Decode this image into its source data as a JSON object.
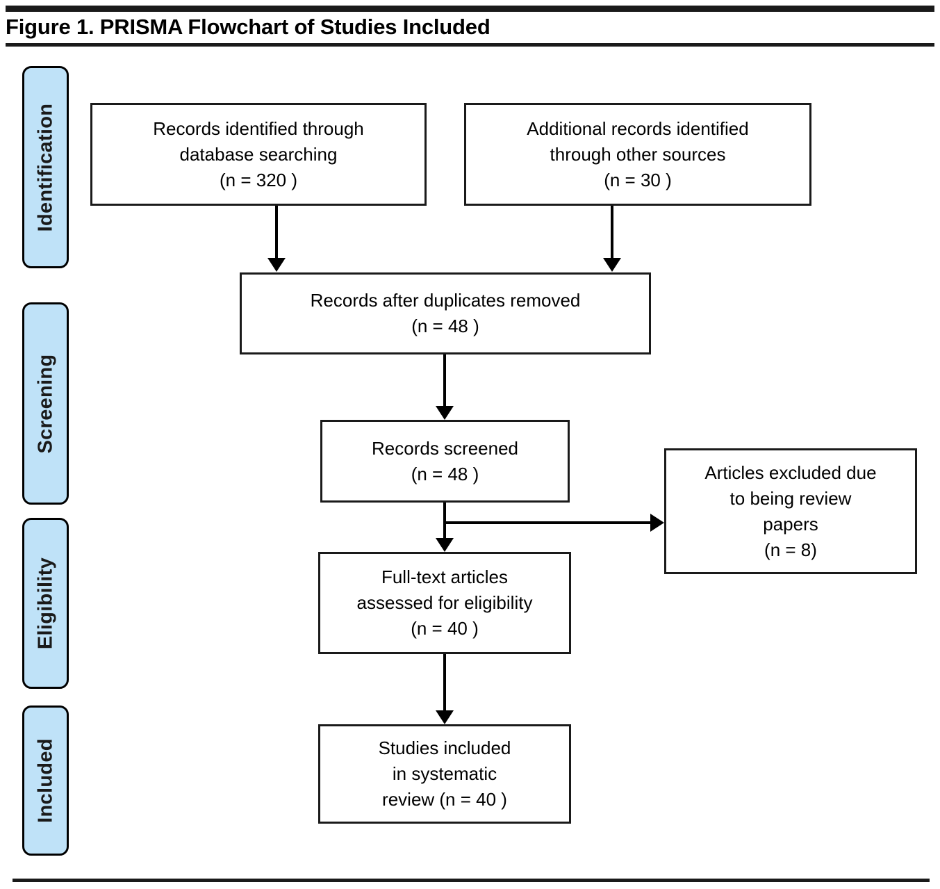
{
  "figure": {
    "title": "Figure 1. PRISMA Flowchart of Studies Included"
  },
  "colors": {
    "stage_tab_fill": "#bfe2f8",
    "line": "#000000",
    "box_border": "#1a1a1a",
    "box_fill": "#ffffff"
  },
  "stages": [
    {
      "label": "Identification"
    },
    {
      "label": "Screening"
    },
    {
      "label": "Eligibility"
    },
    {
      "label": "Included"
    }
  ],
  "chart_data": {
    "type": "diagram",
    "title": "Figure 1. PRISMA Flowchart of Studies Included",
    "nodes": [
      {
        "id": "db-search",
        "stage": "Identification",
        "text": "Records identified through\ndatabase searching\n(n = 320 )",
        "n": 320
      },
      {
        "id": "other-sources",
        "stage": "Identification",
        "text": "Additional records identified\nthrough other sources\n(n = 30 )",
        "n": 30
      },
      {
        "id": "duplicates-removed",
        "stage": "Screening",
        "text": "Records after duplicates removed\n(n = 48 )",
        "n": 48
      },
      {
        "id": "records-screened",
        "stage": "Screening",
        "text": "Records screened\n(n = 48 )",
        "n": 48
      },
      {
        "id": "articles-excluded",
        "stage": "Screening",
        "text": "Articles excluded due\nto being review\npapers\n(n = 8)",
        "n": 8
      },
      {
        "id": "full-text-assessed",
        "stage": "Eligibility",
        "text": "Full-text articles\nassessed for eligibility\n(n = 40 )",
        "n": 40
      },
      {
        "id": "studies-included",
        "stage": "Included",
        "text": "Studies included\nin systematic\nreview (n = 40 )",
        "n": 40
      }
    ],
    "edges": [
      {
        "from": "db-search",
        "to": "duplicates-removed",
        "type": "arrow-down"
      },
      {
        "from": "other-sources",
        "to": "duplicates-removed",
        "type": "arrow-down"
      },
      {
        "from": "duplicates-removed",
        "to": "records-screened",
        "type": "arrow-down"
      },
      {
        "from": "records-screened",
        "to": "articles-excluded",
        "type": "arrow-right"
      },
      {
        "from": "records-screened",
        "to": "full-text-assessed",
        "type": "arrow-down"
      },
      {
        "from": "full-text-assessed",
        "to": "studies-included",
        "type": "arrow-down"
      }
    ]
  }
}
